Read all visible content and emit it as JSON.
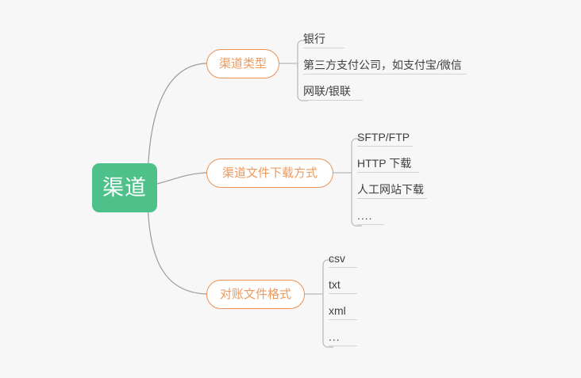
{
  "diagram": {
    "type": "mind-map",
    "title": "渠道",
    "background_color": "#f7f7f7",
    "root": {
      "label": "渠道",
      "fill_color": "#4ec08a",
      "text_color": "#ffffff"
    },
    "branch_style": {
      "border_color": "#eb9254",
      "text_color": "#ec9a5e",
      "fill_color": "#ffffff"
    },
    "leaf_style": {
      "text_color": "#3f3f3f",
      "underline_color": "#d2d2d2"
    },
    "connector_color": "#9a9a9a",
    "branches": [
      {
        "label": "渠道类型",
        "leaves": [
          {
            "label": "银行"
          },
          {
            "label": "第三方支付公司，如支付宝/微信"
          },
          {
            "label": "网联/银联"
          }
        ]
      },
      {
        "label": "渠道文件下载方式",
        "leaves": [
          {
            "label": "SFTP/FTP"
          },
          {
            "label": "HTTP 下载"
          },
          {
            "label": "人工网站下载"
          },
          {
            "label": "...."
          }
        ]
      },
      {
        "label": "对账文件格式",
        "leaves": [
          {
            "label": "csv"
          },
          {
            "label": "txt"
          },
          {
            "label": "xml"
          },
          {
            "label": "..."
          }
        ]
      }
    ]
  }
}
